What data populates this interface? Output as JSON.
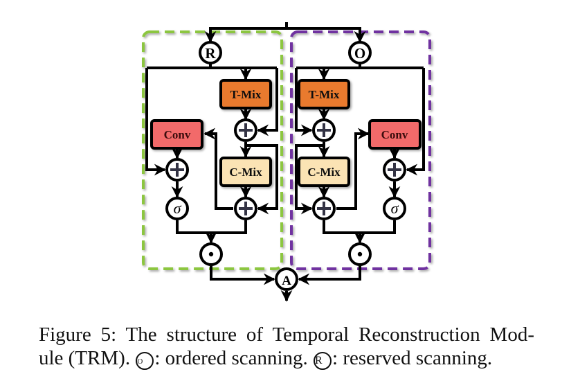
{
  "figure": {
    "colors": {
      "left_group_border": "#8cc63f",
      "right_group_border": "#7030a0",
      "t_mix_fill": "#e97a2e",
      "conv_fill": "#f26b6b",
      "c_mix_fill": "#fbe3b4",
      "line": "#000000"
    },
    "left_branch": {
      "scan_node": "R",
      "t_mix_label": "T-Mix",
      "conv_label": "Conv",
      "c_mix_label": "C-Mix",
      "sigma_label": "σ"
    },
    "right_branch": {
      "scan_node": "O",
      "t_mix_label": "T-Mix",
      "conv_label": "Conv",
      "c_mix_label": "C-Mix",
      "sigma_label": "σ"
    },
    "aggregate_node": "A"
  },
  "caption": {
    "line1": "Figure 5: The structure of Temporal Reconstruction Mod-",
    "line2_a": "ule (TRM). ",
    "mark_o": "o",
    "line2_b": ": ordered scanning. ",
    "mark_r": "R",
    "line2_c": ": reserved scanning."
  }
}
